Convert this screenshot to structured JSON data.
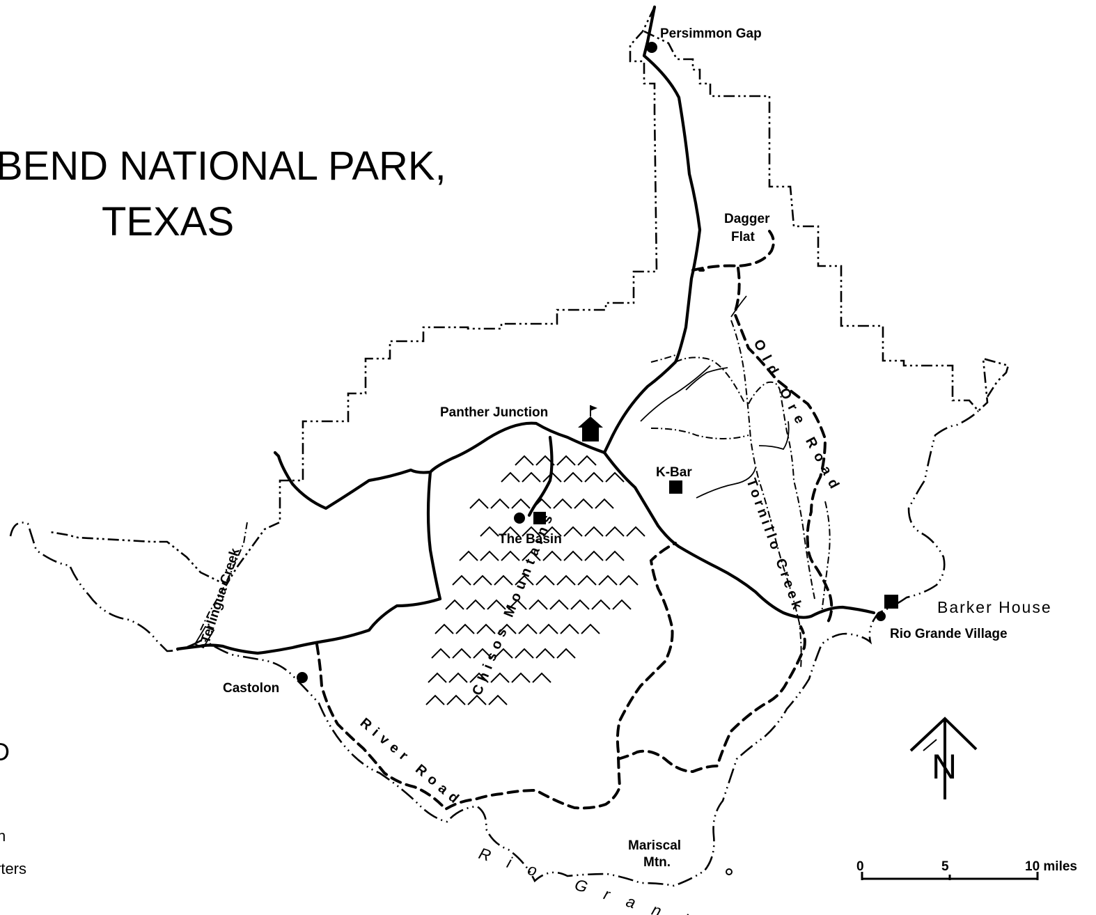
{
  "map": {
    "title_line1": "BEND NATIONAL PARK,",
    "title_line2": "TEXAS",
    "places": {
      "persimmon_gap": "Persimmon Gap",
      "dagger_flat_1": "Dagger",
      "dagger_flat_2": "Flat",
      "panther_junction": "Panther Junction",
      "k_bar": "K-Bar",
      "the_basin": "The Basin",
      "castolon": "Castolon",
      "barker_house": "Barker House",
      "rio_grande_village": "Rio Grande Village",
      "mariscal_1": "Mariscal",
      "mariscal_2": "Mtn."
    },
    "features": {
      "terlingua_creek": "Terlingua Creek",
      "chisos_mountains": "Chisos Mountains",
      "tornillo_creek": "Tornillo Creek",
      "old_ore_road": "Old Ore Road",
      "river_road": "River Road",
      "rio_grande": "Rio Grande"
    },
    "legend_fragments": {
      "frag1": "D",
      "frag2": "n",
      "frag3": "rters"
    },
    "north_label": "N",
    "scale": {
      "tick0": "0",
      "tick5": "5",
      "tick10": "10 miles"
    }
  }
}
